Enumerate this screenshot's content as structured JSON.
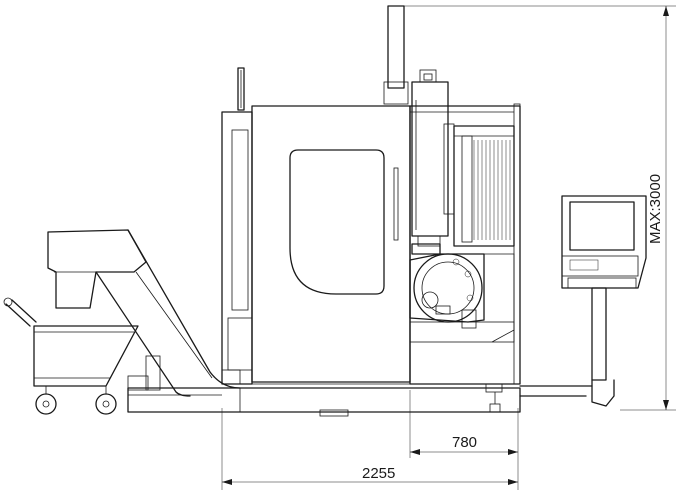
{
  "dimensions": {
    "overall_width": "2255",
    "table_offset": "780",
    "max_height": "MAX:3000"
  }
}
